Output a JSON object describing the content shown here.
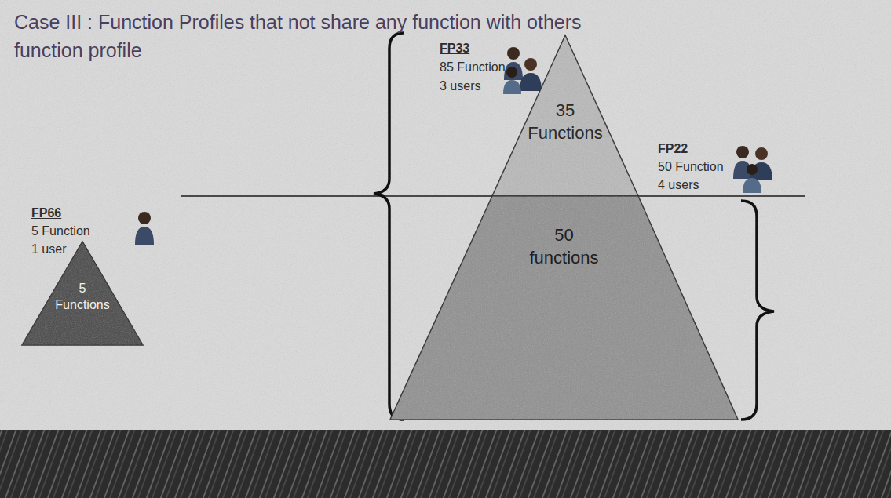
{
  "diagram": {
    "title": "Case III : Function Profiles that not share any function with others function profile",
    "nodes": [
      {
        "text": [
          "35 Functions"
        ]
      },
      {
        "text": [
          "50 functions"
        ]
      },
      {
        "text": [
          "5 Functions"
        ]
      }
    ],
    "labels": [
      "FP33",
      "85 Function",
      "3 users",
      "FP22",
      "50 Function",
      "4 users",
      "FP66",
      "5 Function",
      "1 user"
    ]
  }
}
